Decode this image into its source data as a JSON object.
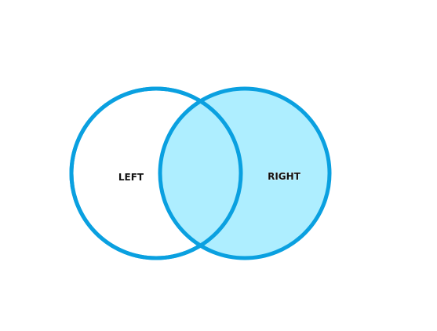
{
  "venn": {
    "left_label": "LEFT",
    "right_label": "RIGHT",
    "stroke_color": "#0aa0e0",
    "left_fill": "#ffffff",
    "right_fill": "#aeeeff",
    "highlighted_set": "right"
  }
}
